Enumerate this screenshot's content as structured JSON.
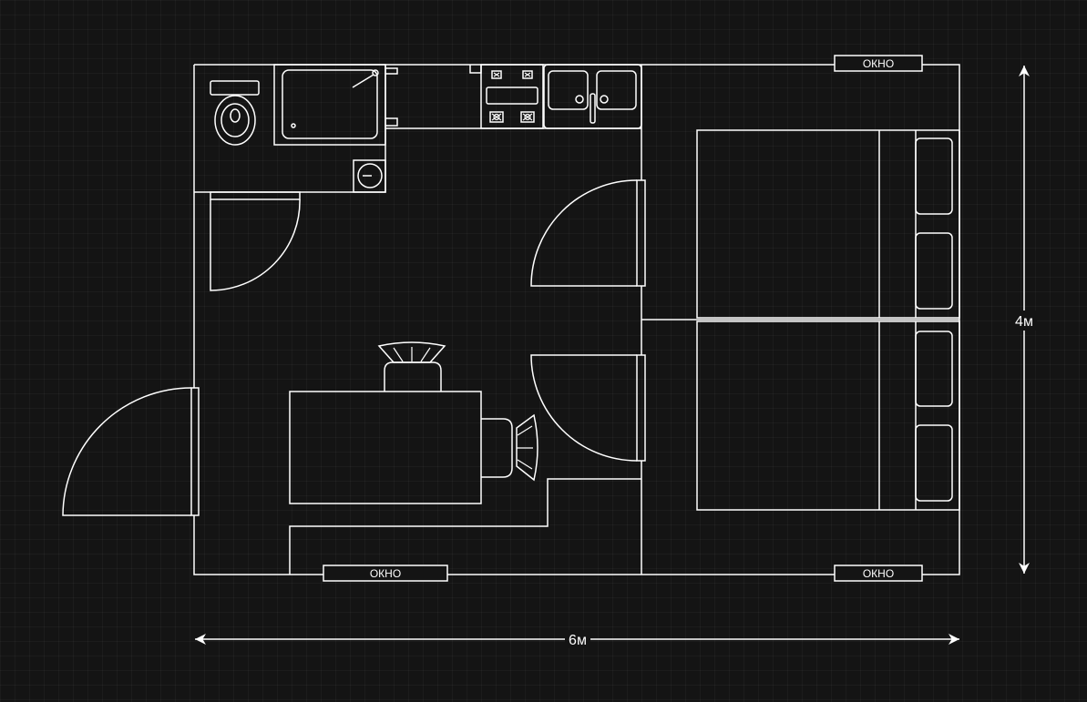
{
  "labels": {
    "window": "ОКНО",
    "width": "6м",
    "height": "4м"
  },
  "colors": {
    "background": "#141414",
    "line": "#ffffff"
  }
}
